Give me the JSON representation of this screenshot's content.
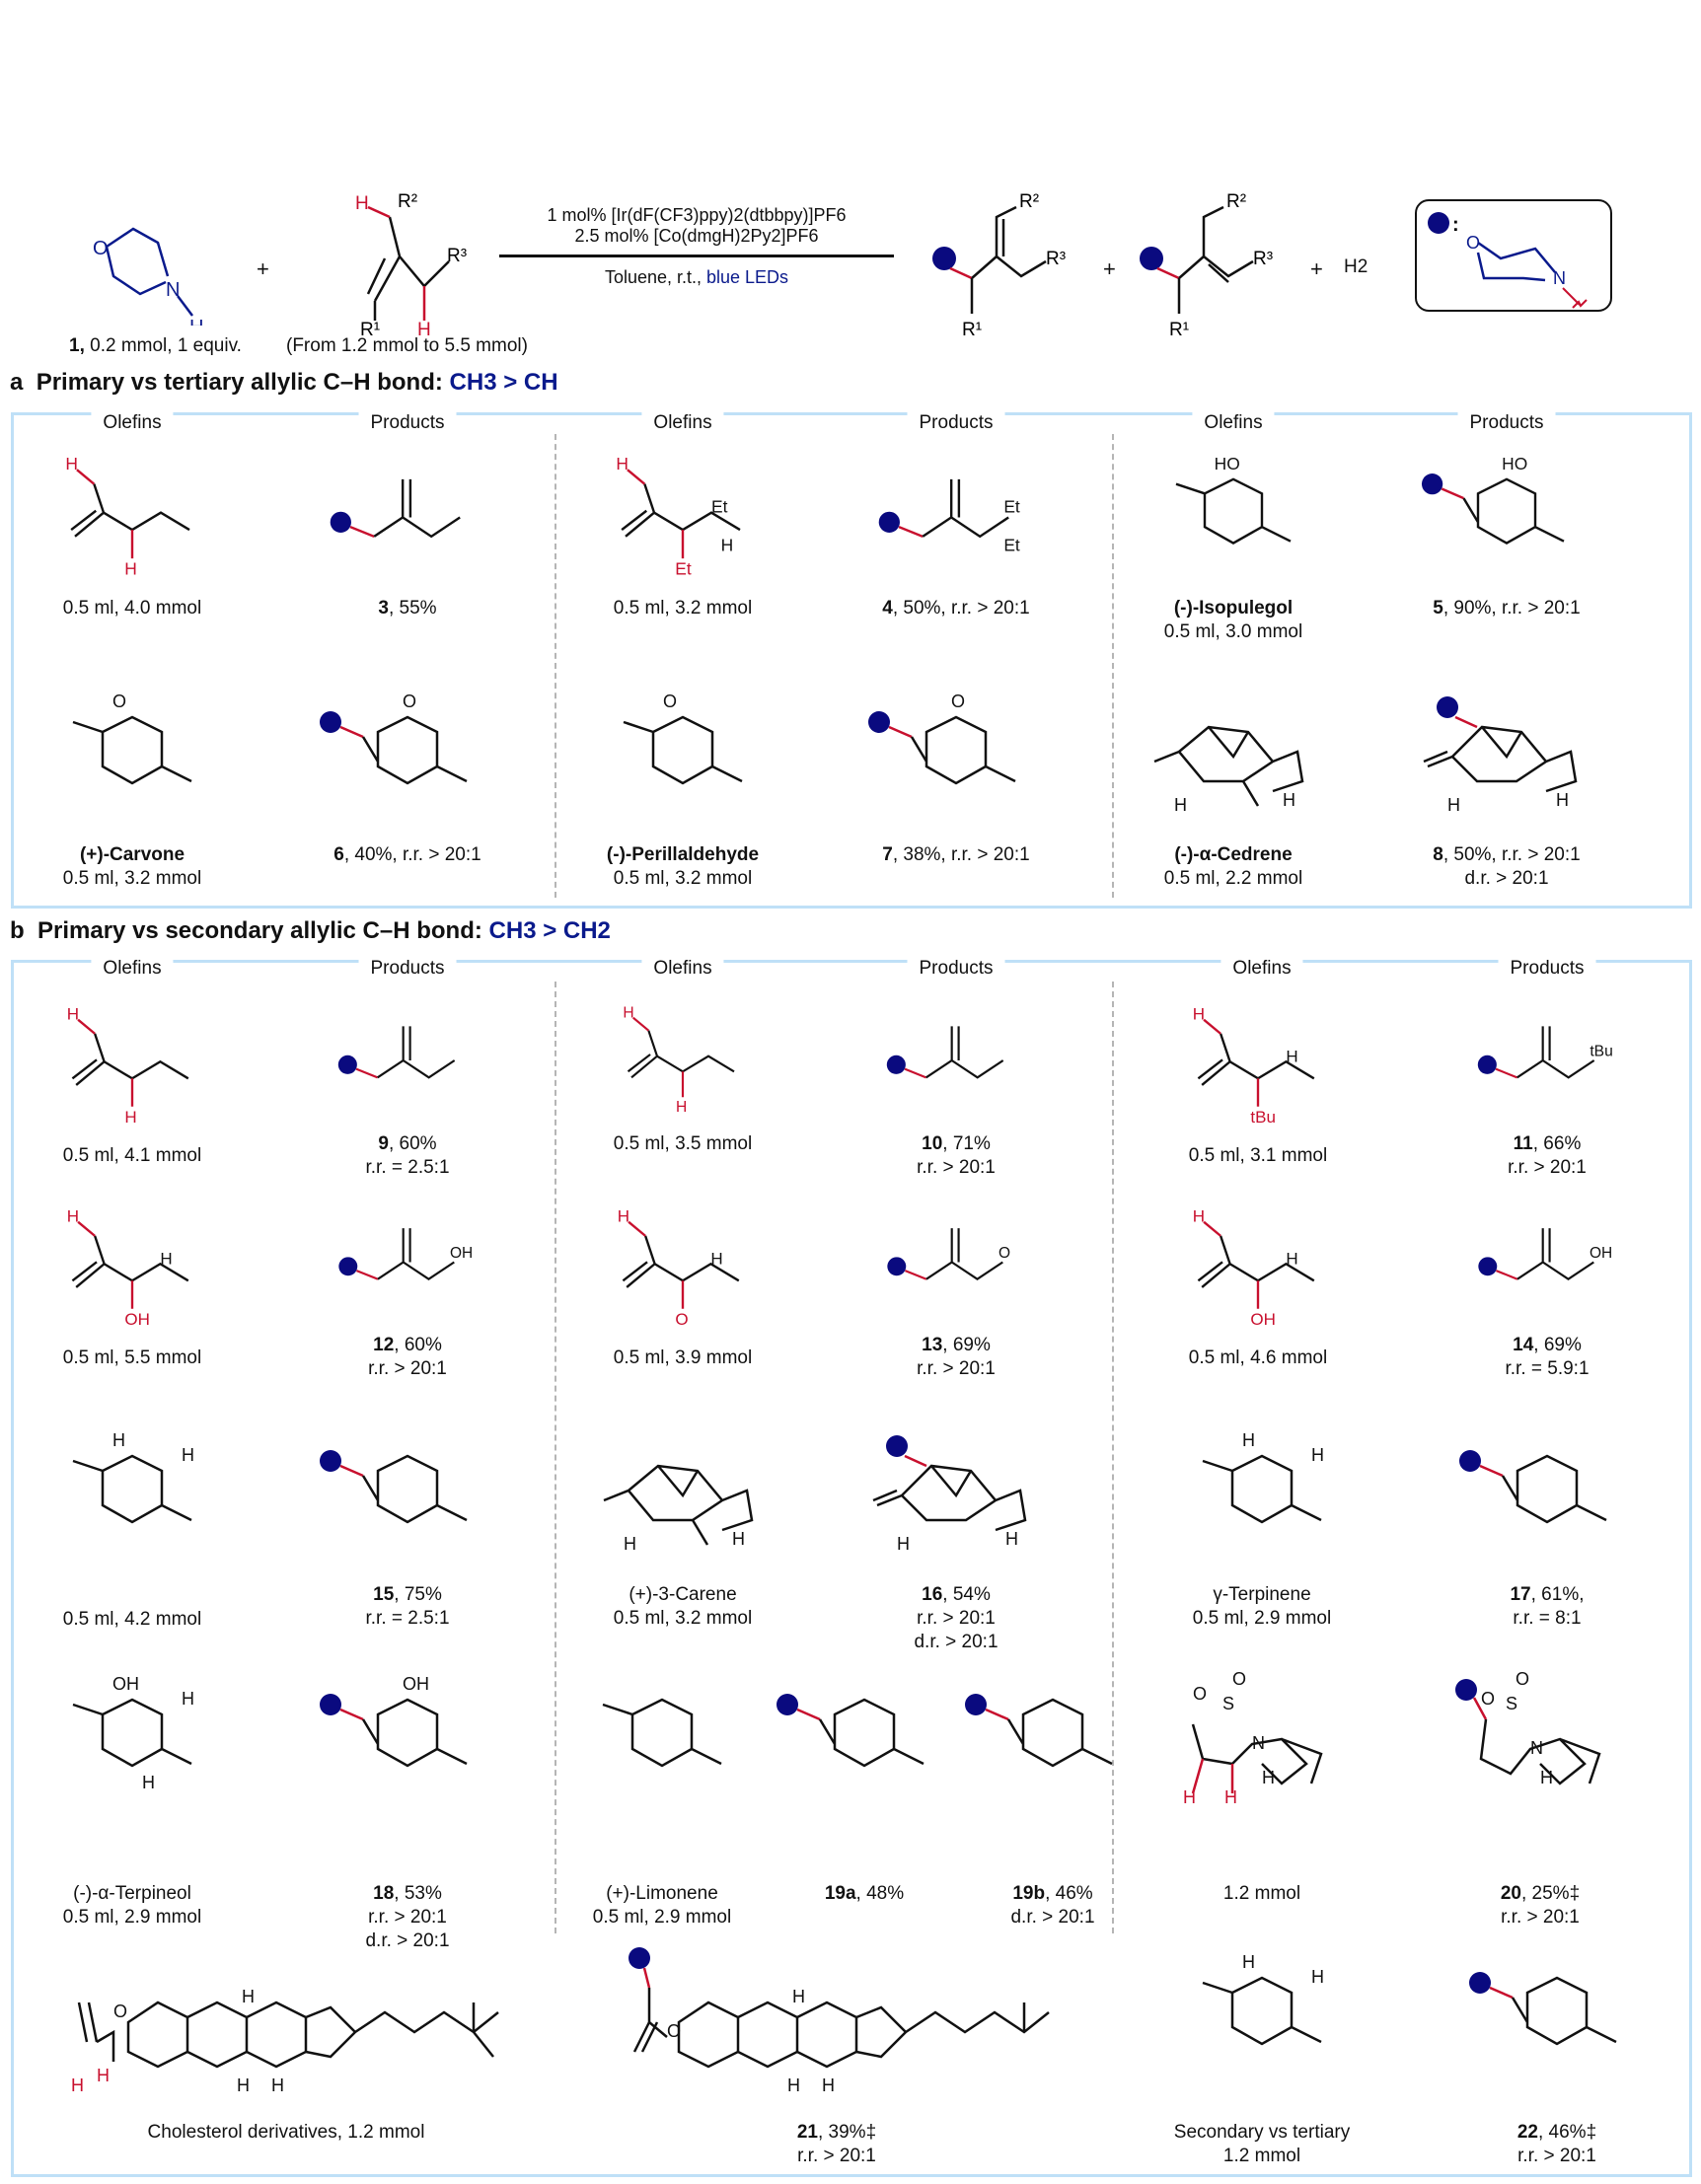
{
  "colors": {
    "accent": "#0a1a8c",
    "dot": "#0a0a7f",
    "bond_red": "#c8102e",
    "box_border": "#bfe0f7"
  },
  "scheme": {
    "reagent1_label": {
      "b": "1,",
      "t": " 0.2 mmol, 1 equiv."
    },
    "reagent2_label": "(From 1.2 mmol to 5.5 mmol)",
    "conditions": [
      "1 mol% [Ir(dF(CF3)ppy)2(dtbbpy)]PF6",
      "2.5 mol% [Co(dmgH)2Py2]PF6"
    ],
    "solvent": "Toluene, r.t., ",
    "light": "blue LEDs",
    "plus": "+",
    "h2": "H2",
    "atoms": {
      "O": "O",
      "N": "N",
      "H": "H",
      "R1": "R1",
      "R2": "R2",
      "R3": "R3"
    }
  },
  "section_a": {
    "letter": "a",
    "title": "Primary vs tertiary allylic C–H bond: ",
    "highlight": "CH3 > CH"
  },
  "section_b": {
    "letter": "b",
    "title": "Primary vs secondary allylic C–H bond: ",
    "highlight": "CH3 > CH2"
  },
  "column_headers": {
    "olefins": "Olefins",
    "products": "Products"
  },
  "cells": [
    {
      "id": "a-ol-1",
      "lines": [
        {
          "b": "",
          "t": "0.5 ml, 4.0 mmol"
        }
      ],
      "labels": [
        "H",
        "H"
      ]
    },
    {
      "id": "a-3",
      "lines": [
        {
          "b": "3",
          "t": ", 55%"
        }
      ],
      "labels": []
    },
    {
      "id": "a-ol-2",
      "lines": [
        {
          "b": "",
          "t": "0.5 ml, 3.2 mmol"
        }
      ],
      "labels": [
        "H",
        "Et",
        "Et",
        "H"
      ]
    },
    {
      "id": "a-4",
      "lines": [
        {
          "b": "4",
          "t": ", 50%, r.r. > 20:1"
        }
      ],
      "labels": [
        "Et",
        "Et"
      ]
    },
    {
      "id": "a-ol-3",
      "lines": [
        {
          "b": "(-)-Isopulegol",
          "t": ""
        },
        {
          "b": "",
          "t": "0.5 ml, 3.0 mmol"
        }
      ],
      "labels": [
        "HO"
      ]
    },
    {
      "id": "a-5",
      "lines": [
        {
          "b": "5",
          "t": ", 90%, r.r. > 20:1"
        }
      ],
      "labels": [
        "HO"
      ]
    },
    {
      "id": "a-ol-4",
      "lines": [
        {
          "b": "(+)-Carvone",
          "t": ""
        },
        {
          "b": "",
          "t": "0.5 ml, 3.2 mmol"
        }
      ],
      "labels": [
        "O"
      ]
    },
    {
      "id": "a-6",
      "lines": [
        {
          "b": "6",
          "t": ", 40%, r.r. > 20:1"
        }
      ],
      "labels": [
        "O"
      ]
    },
    {
      "id": "a-ol-5",
      "lines": [
        {
          "b": "(-)-Perillaldehyde",
          "t": ""
        },
        {
          "b": "",
          "t": "0.5 ml, 3.2 mmol"
        }
      ],
      "labels": [
        "O"
      ]
    },
    {
      "id": "a-7",
      "lines": [
        {
          "b": "7",
          "t": ", 38%, r.r. > 20:1"
        }
      ],
      "labels": [
        "O"
      ]
    },
    {
      "id": "a-ol-6",
      "lines": [
        {
          "b": "(-)-α-Cedrene",
          "t": ""
        },
        {
          "b": "",
          "t": "0.5 ml, 2.2 mmol"
        }
      ],
      "labels": [
        "H",
        "H"
      ]
    },
    {
      "id": "a-8",
      "lines": [
        {
          "b": "8",
          "t": ", 50%, r.r. > 20:1"
        },
        {
          "b": "",
          "t": "d.r. > 20:1"
        }
      ],
      "labels": [
        "H",
        "H"
      ]
    },
    {
      "id": "b-ol-1",
      "lines": [
        {
          "b": "",
          "t": "0.5 ml, 4.1 mmol"
        }
      ],
      "labels": [
        "H",
        "H"
      ]
    },
    {
      "id": "b-9",
      "lines": [
        {
          "b": "9",
          "t": ", 60%"
        },
        {
          "b": "",
          "t": "r.r. = 2.5:1"
        }
      ],
      "labels": []
    },
    {
      "id": "b-ol-2",
      "lines": [
        {
          "b": "",
          "t": "0.5 ml, 3.5 mmol"
        }
      ],
      "labels": [
        "H",
        "H"
      ]
    },
    {
      "id": "b-10",
      "lines": [
        {
          "b": "10",
          "t": ", 71%"
        },
        {
          "b": "",
          "t": "r.r. > 20:1"
        }
      ],
      "labels": []
    },
    {
      "id": "b-ol-3",
      "lines": [
        {
          "b": "",
          "t": "0.5 ml, 3.1 mmol"
        }
      ],
      "labels": [
        "H",
        "tBu",
        "H"
      ]
    },
    {
      "id": "b-11",
      "lines": [
        {
          "b": "11",
          "t": ", 66%"
        },
        {
          "b": "",
          "t": "r.r. > 20:1"
        }
      ],
      "labels": [
        "tBu"
      ]
    },
    {
      "id": "b-ol-4",
      "lines": [
        {
          "b": "",
          "t": "0.5 ml, 5.5 mmol"
        }
      ],
      "labels": [
        "H",
        "OH",
        "H"
      ]
    },
    {
      "id": "b-12",
      "lines": [
        {
          "b": "12",
          "t": ", 60%"
        },
        {
          "b": "",
          "t": "r.r. > 20:1"
        }
      ],
      "labels": [
        "OH"
      ]
    },
    {
      "id": "b-ol-5",
      "lines": [
        {
          "b": "",
          "t": "0.5 ml, 3.9 mmol"
        }
      ],
      "labels": [
        "H",
        "O",
        "H"
      ]
    },
    {
      "id": "b-13",
      "lines": [
        {
          "b": "13",
          "t": ", 69%"
        },
        {
          "b": "",
          "t": "r.r. > 20:1"
        }
      ],
      "labels": [
        "O"
      ]
    },
    {
      "id": "b-ol-6",
      "lines": [
        {
          "b": "",
          "t": "0.5 ml, 4.6 mmol"
        }
      ],
      "labels": [
        "H",
        "OH",
        "H"
      ]
    },
    {
      "id": "b-14",
      "lines": [
        {
          "b": "14",
          "t": ", 69%"
        },
        {
          "b": "",
          "t": "r.r. = 5.9:1"
        }
      ],
      "labels": [
        "OH"
      ]
    },
    {
      "id": "b-ol-7",
      "lines": [
        {
          "b": "",
          "t": "0.5 ml, 4.2 mmol"
        }
      ],
      "labels": [
        "H",
        "H"
      ]
    },
    {
      "id": "b-15",
      "lines": [
        {
          "b": "15",
          "t": ", 75%"
        },
        {
          "b": "",
          "t": "r.r. = 2.5:1"
        }
      ],
      "labels": []
    },
    {
      "id": "b-ol-8",
      "lines": [
        {
          "b": "",
          "t": "(+)-3-Carene"
        },
        {
          "b": "",
          "t": "0.5 ml, 3.2 mmol"
        }
      ],
      "labels": [
        "H",
        "H"
      ]
    },
    {
      "id": "b-16",
      "lines": [
        {
          "b": "16",
          "t": ", 54%"
        },
        {
          "b": "",
          "t": "r.r. > 20:1"
        },
        {
          "b": "",
          "t": "d.r. > 20:1"
        }
      ],
      "labels": [
        "H",
        "H"
      ]
    },
    {
      "id": "b-ol-9",
      "lines": [
        {
          "b": "",
          "t": "γ-Terpinene"
        },
        {
          "b": "",
          "t": "0.5 ml, 2.9 mmol"
        }
      ],
      "labels": [
        "H",
        "H"
      ]
    },
    {
      "id": "b-17",
      "lines": [
        {
          "b": "17",
          "t": ", 61%,"
        },
        {
          "b": "",
          "t": "r.r. = 8:1"
        }
      ],
      "labels": []
    },
    {
      "id": "b-ol-10",
      "lines": [
        {
          "b": "",
          "t": "(-)-α-Terpineol"
        },
        {
          "b": "",
          "t": "0.5 ml, 2.9 mmol"
        }
      ],
      "labels": [
        "OH",
        "H",
        "H"
      ]
    },
    {
      "id": "b-18",
      "lines": [
        {
          "b": "18",
          "t": ", 53%"
        },
        {
          "b": "",
          "t": "r.r. > 20:1"
        },
        {
          "b": "",
          "t": "d.r. > 20:1"
        }
      ],
      "labels": [
        "OH"
      ]
    },
    {
      "id": "b-ol-11",
      "lines": [
        {
          "b": "",
          "t": "(+)-Limonene"
        },
        {
          "b": "",
          "t": "0.5 ml, 2.9 mmol"
        }
      ],
      "labels": []
    },
    {
      "id": "b-19a",
      "lines": [
        {
          "b": "19a",
          "t": ", 48%"
        }
      ],
      "labels": []
    },
    {
      "id": "b-19b",
      "lines": [
        {
          "b": "19b",
          "t": ", 46%"
        },
        {
          "b": "",
          "t": "d.r. > 20:1"
        }
      ],
      "labels": []
    },
    {
      "id": "b-ol-12",
      "lines": [
        {
          "b": "",
          "t": "1.2 mmol"
        }
      ],
      "labels": [
        "O",
        "S",
        "O",
        "N",
        "H",
        "H",
        "H"
      ]
    },
    {
      "id": "b-20",
      "lines": [
        {
          "b": "20",
          "t": ", 25%‡"
        },
        {
          "b": "",
          "t": "r.r. > 20:1"
        }
      ],
      "labels": [
        "O",
        "S",
        "O",
        "N",
        "H"
      ]
    },
    {
      "id": "b-ol-13",
      "lines": [
        {
          "b": "",
          "t": "Cholesterol derivatives, 1.2 mmol"
        }
      ],
      "labels": [
        "O",
        "H",
        "H",
        "H",
        "H",
        "H"
      ]
    },
    {
      "id": "b-21",
      "lines": [
        {
          "b": "21",
          "t": ", 39%‡"
        },
        {
          "b": "",
          "t": "r.r. > 20:1"
        }
      ],
      "labels": [
        "O",
        "H",
        "H",
        "H"
      ]
    },
    {
      "id": "b-ol-14",
      "lines": [
        {
          "b": "",
          "t": "Secondary vs tertiary"
        },
        {
          "b": "",
          "t": "1.2 mmol"
        }
      ],
      "labels": [
        "H",
        "H"
      ]
    },
    {
      "id": "b-22",
      "lines": [
        {
          "b": "22",
          "t": ", 46%‡"
        },
        {
          "b": "",
          "t": "r.r. > 20:1"
        }
      ],
      "labels": []
    }
  ]
}
